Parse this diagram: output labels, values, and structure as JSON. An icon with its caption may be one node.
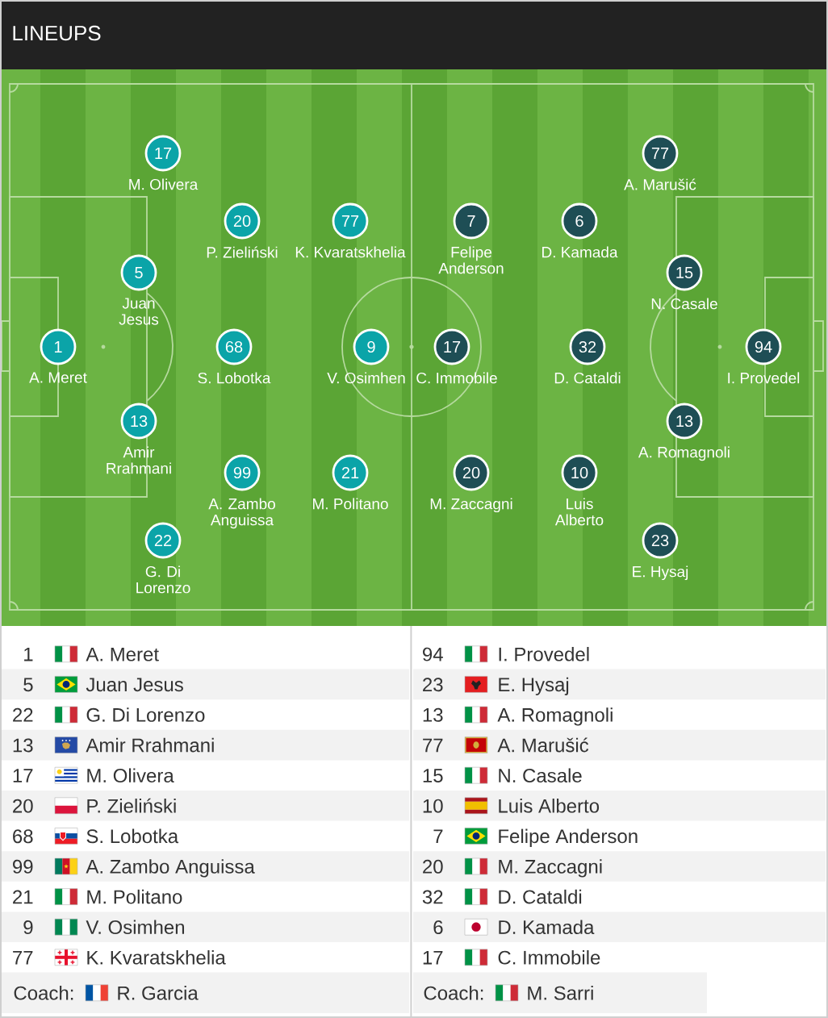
{
  "diagram": {
    "title": "LINEUPS",
    "nodes": [
      {
        "text": [
          "1"
        ],
        "beside": [
          "A. Meret"
        ]
      },
      {
        "text": [
          "17"
        ],
        "beside": [
          "M. Olivera"
        ]
      },
      {
        "text": [
          "5"
        ],
        "beside": [
          "Juan Jesus"
        ]
      },
      {
        "text": [
          "13"
        ],
        "beside": [
          "Amir Rrahmani"
        ]
      },
      {
        "text": [
          "22"
        ],
        "beside": [
          "G. Di Lorenzo"
        ]
      },
      {
        "text": [
          "20"
        ],
        "beside": [
          "P. Zieliński"
        ]
      },
      {
        "text": [
          "68"
        ],
        "beside": [
          "S. Lobotka"
        ]
      },
      {
        "text": [
          "99"
        ],
        "beside": [
          "A. Zambo Anguissa"
        ]
      },
      {
        "text": [
          "77"
        ],
        "beside": [
          "K. Kvaratskhelia"
        ]
      },
      {
        "text": [
          "9"
        ],
        "beside": [
          "V. Osimhen"
        ]
      },
      {
        "text": [
          "21"
        ],
        "beside": [
          "M. Politano"
        ]
      },
      {
        "text": [
          "17"
        ],
        "beside": [
          "C. Immobile"
        ]
      },
      {
        "text": [
          "7"
        ],
        "beside": [
          "Felipe Anderson"
        ]
      },
      {
        "text": [
          "20"
        ],
        "beside": [
          "M. Zaccagni"
        ]
      },
      {
        "text": [
          "6"
        ],
        "beside": [
          "D. Kamada"
        ]
      },
      {
        "text": [
          "32"
        ],
        "beside": [
          "D. Cataldi"
        ]
      },
      {
        "text": [
          "10"
        ],
        "beside": [
          "Luis Alberto"
        ]
      },
      {
        "text": [
          "77"
        ],
        "beside": [
          "A. Marušić"
        ]
      },
      {
        "text": [
          "15"
        ],
        "beside": [
          "N. Casale"
        ]
      },
      {
        "text": [
          "13"
        ],
        "beside": [
          "A. Romagnoli"
        ]
      },
      {
        "text": [
          "23"
        ],
        "beside": [
          "E. Hysaj"
        ]
      },
      {
        "text": [
          "94"
        ],
        "beside": [
          "I. Provedel"
        ]
      }
    ],
    "labels": [
      "1",
      "A. Meret",
      "94",
      "I. Provedel",
      "5",
      "Juan Jesus",
      "23",
      "E. Hysaj",
      "22",
      "G. Di Lorenzo",
      "13",
      "A. Romagnoli",
      "13",
      "Amir Rrahmani",
      "77",
      "A. Marušić",
      "17",
      "M. Olivera",
      "15",
      "N. Casale",
      "20",
      "P. Zieliński",
      "10",
      "Luis Alberto",
      "68",
      "S. Lobotka",
      "7",
      "Felipe Anderson",
      "99",
      "A. Zambo Anguissa",
      "20",
      "M. Zaccagni",
      "21",
      "M. Politano",
      "32",
      "D. Cataldi",
      "9",
      "V. Osimhen",
      "6",
      "D. Kamada",
      "77",
      "K. Kvaratskhelia",
      "17",
      "C. Immobile",
      "Coach:",
      "R. Garcia",
      "Coach:",
      "M. Sarri"
    ]
  }
}
